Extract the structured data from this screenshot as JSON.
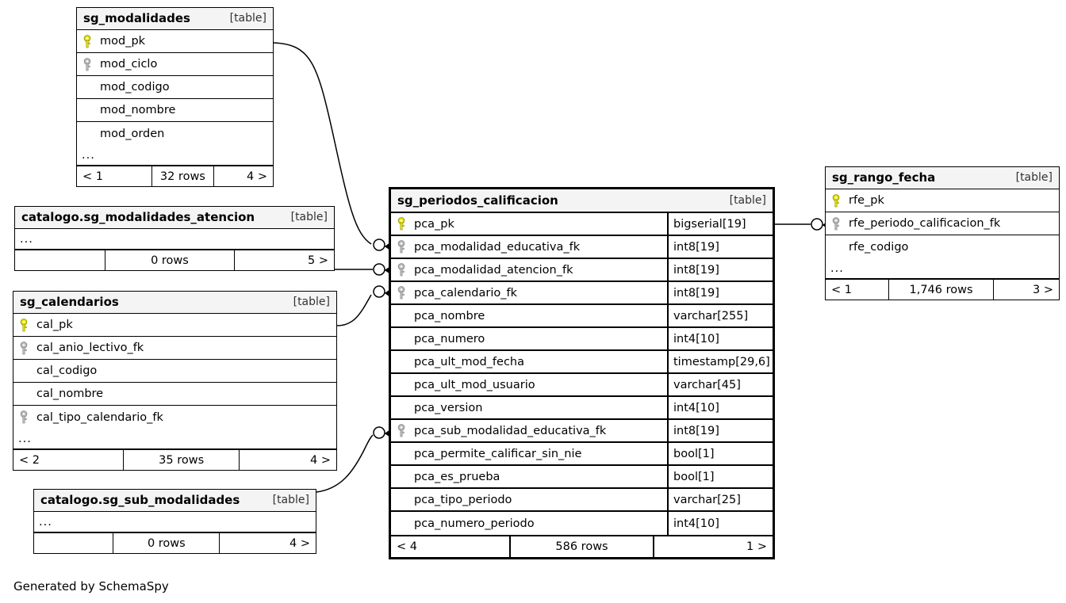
{
  "diagram": {
    "credit": "Generated by SchemaSpy",
    "table_tag": "[table]",
    "ellipsis": "...",
    "colors": {
      "pk_key": "#e8e800",
      "fk_key": "#b4b4b4",
      "header_bg": "#f4f4f4",
      "border": "#000000",
      "background": "#ffffff"
    }
  },
  "tables": {
    "sg_modalidades": {
      "name": "sg_modalidades",
      "tag": "[table]",
      "columns": [
        {
          "name": "mod_pk",
          "key": "pk"
        },
        {
          "name": "mod_ciclo",
          "key": "fk"
        },
        {
          "name": "mod_codigo",
          "key": "none"
        },
        {
          "name": "mod_nombre",
          "key": "none"
        },
        {
          "name": "mod_orden",
          "key": "none"
        }
      ],
      "has_more": true,
      "footer": {
        "prev": "< 1",
        "rows": "32 rows",
        "next": "4 >"
      }
    },
    "catalogo_sg_modalidades_atencion": {
      "name": "catalogo.sg_modalidades_atencion",
      "tag": "[table]",
      "columns": [],
      "has_more": true,
      "footer": {
        "prev": "",
        "rows": "0 rows",
        "next": "5 >"
      }
    },
    "sg_calendarios": {
      "name": "sg_calendarios",
      "tag": "[table]",
      "columns": [
        {
          "name": "cal_pk",
          "key": "pk"
        },
        {
          "name": "cal_anio_lectivo_fk",
          "key": "fk"
        },
        {
          "name": "cal_codigo",
          "key": "none"
        },
        {
          "name": "cal_nombre",
          "key": "none"
        },
        {
          "name": "cal_tipo_calendario_fk",
          "key": "fk"
        }
      ],
      "has_more": true,
      "footer": {
        "prev": "< 2",
        "rows": "35 rows",
        "next": "4 >"
      }
    },
    "catalogo_sg_sub_modalidades": {
      "name": "catalogo.sg_sub_modalidades",
      "tag": "[table]",
      "columns": [],
      "has_more": true,
      "footer": {
        "prev": "",
        "rows": "0 rows",
        "next": "4 >"
      }
    },
    "sg_periodos_calificacion": {
      "name": "sg_periodos_calificacion",
      "tag": "[table]",
      "columns": [
        {
          "name": "pca_pk",
          "type": "bigserial[19]",
          "key": "pk"
        },
        {
          "name": "pca_modalidad_educativa_fk",
          "type": "int8[19]",
          "key": "fk"
        },
        {
          "name": "pca_modalidad_atencion_fk",
          "type": "int8[19]",
          "key": "fk"
        },
        {
          "name": "pca_calendario_fk",
          "type": "int8[19]",
          "key": "fk"
        },
        {
          "name": "pca_nombre",
          "type": "varchar[255]",
          "key": "none"
        },
        {
          "name": "pca_numero",
          "type": "int4[10]",
          "key": "none"
        },
        {
          "name": "pca_ult_mod_fecha",
          "type": "timestamp[29,6]",
          "key": "none"
        },
        {
          "name": "pca_ult_mod_usuario",
          "type": "varchar[45]",
          "key": "none"
        },
        {
          "name": "pca_version",
          "type": "int4[10]",
          "key": "none"
        },
        {
          "name": "pca_sub_modalidad_educativa_fk",
          "type": "int8[19]",
          "key": "fk"
        },
        {
          "name": "pca_permite_calificar_sin_nie",
          "type": "bool[1]",
          "key": "none"
        },
        {
          "name": "pca_es_prueba",
          "type": "bool[1]",
          "key": "none"
        },
        {
          "name": "pca_tipo_periodo",
          "type": "varchar[25]",
          "key": "none"
        },
        {
          "name": "pca_numero_periodo",
          "type": "int4[10]",
          "key": "none"
        }
      ],
      "has_more": false,
      "footer": {
        "prev": "< 4",
        "rows": "586 rows",
        "next": "1 >"
      }
    },
    "sg_rango_fecha": {
      "name": "sg_rango_fecha",
      "tag": "[table]",
      "columns": [
        {
          "name": "rfe_pk",
          "key": "pk"
        },
        {
          "name": "rfe_periodo_calificacion_fk",
          "key": "fk"
        },
        {
          "name": "rfe_codigo",
          "key": "none"
        }
      ],
      "has_more": true,
      "footer": {
        "prev": "< 1",
        "rows": "1,746 rows",
        "next": "3 >"
      }
    }
  },
  "relationships": [
    {
      "from": "sg_modalidades.mod_pk",
      "to": "sg_periodos_calificacion.pca_modalidad_educativa_fk",
      "notation": "zero-or-many"
    },
    {
      "from": "catalogo.sg_modalidades_atencion",
      "to": "sg_periodos_calificacion.pca_modalidad_atencion_fk",
      "notation": "zero-or-many"
    },
    {
      "from": "sg_calendarios.cal_pk",
      "to": "sg_periodos_calificacion.pca_calendario_fk",
      "notation": "zero-or-many"
    },
    {
      "from": "catalogo.sg_sub_modalidades",
      "to": "sg_periodos_calificacion.pca_sub_modalidad_educativa_fk",
      "notation": "zero-or-many"
    },
    {
      "from": "sg_periodos_calificacion.pca_pk",
      "to": "sg_rango_fecha.rfe_periodo_calificacion_fk",
      "notation": "zero-or-many"
    }
  ]
}
